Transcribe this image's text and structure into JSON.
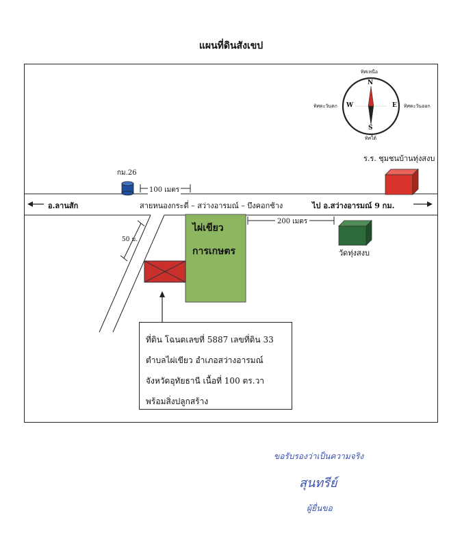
{
  "title": "แผนที่ดินสังเขป",
  "compass": {
    "north": "ทิศเหนือ",
    "south": "ทิศใต้",
    "west": "ทิศตะวันตก",
    "east": "ทิศตะวันออก",
    "n": "N",
    "s": "S",
    "w": "W",
    "e": "E"
  },
  "school": {
    "label": "ร.ร. ชุมชนบ้านทุ่งสงบ",
    "color": "#d9342b"
  },
  "marker": {
    "label": "กม.26",
    "color": "#1f4f9c"
  },
  "distance_left": "100 เมตร",
  "road": {
    "name": "สายหนองกระดี่ – สว่างอารมณ์ – บึงคอกช้าง",
    "west_end": "อ.ลานสัก",
    "east_end": "ไป อ.สว่างอารมณ์ 9 กม."
  },
  "side_road_width": "50 ม.",
  "field": {
    "line1": "ไผ่เขียว",
    "line2": "การเกษตร",
    "color": "#8db661"
  },
  "distance_right": "200 เมตร",
  "temple": {
    "label": "วัดทุ่งสงบ",
    "color": "#2e6b3a"
  },
  "plot": {
    "color": "#c9302c"
  },
  "info": {
    "line1": "ที่ดิน โฉนดเลขที่ 5887 เลขที่ดิน 33",
    "line2": "ตำบลไผ่เขียว อำเภอสว่างอารมณ์",
    "line3": "จังหวัดอุทัยธานี เนื้อที่ 100 ตร.วา",
    "line4": "พร้อมสิ่งปลูกสร้าง"
  },
  "signature": {
    "line1": "ขอรับรองว่าเป็นความจริง",
    "name": "สุนทรีย์",
    "role": "ผู้ยื่นขอ"
  }
}
